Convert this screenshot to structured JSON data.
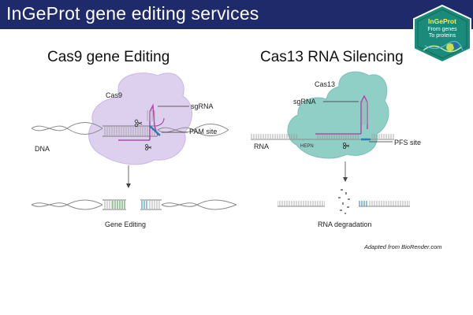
{
  "header": {
    "title": "InGeProt gene editing services"
  },
  "logo": {
    "name": "InGeProt",
    "tagline_line1": "From genes",
    "tagline_line2": "To proteins"
  },
  "left_panel": {
    "title": "Cas9 gene Editing",
    "enzyme_label": "Cas9",
    "guide_label": "sgRNA",
    "site_label": "PAM site",
    "target_label": "DNA",
    "outcome_label": "Gene Editing"
  },
  "right_panel": {
    "title": "Cas13 RNA Silencing",
    "enzyme_label": "Cas13",
    "guide_label": "sgRNA",
    "site_label": "PFS site",
    "target_label": "RNA",
    "domain_label": "HEPN",
    "outcome_label": "RNA degradation"
  },
  "footer": {
    "credit": "Adapted from BioRender.com"
  },
  "colors": {
    "header_bg": "#1f2a6b",
    "cas9_body": "#dcd0ee",
    "cas13_body": "#8fcfc6",
    "guide_rna": "#b04aa8",
    "pam_highlight": "#2e7fb0",
    "edit_green": "#3a9a3a",
    "logo_bg": "#1a8a7a",
    "logo_text": "#f2f24a"
  }
}
